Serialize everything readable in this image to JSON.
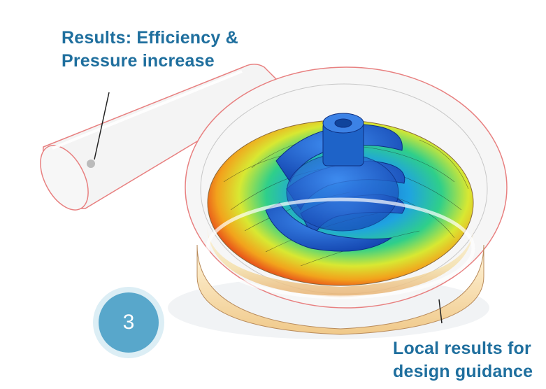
{
  "callouts": {
    "top_line1": "Results: Efficiency &",
    "top_line2": "Pressure increase",
    "bottom_line1": "Local results for",
    "bottom_line2": "design guidance"
  },
  "step": {
    "number": "3"
  },
  "colors": {
    "callout_text": "#1f6f9e",
    "badge_fill": "#58a7cb",
    "badge_ring": "#dceef5",
    "casing_outline": "#e88080",
    "impeller": "#1e63c8"
  },
  "icons": {
    "pump": "centrifugal-pump-cfd-icon"
  }
}
